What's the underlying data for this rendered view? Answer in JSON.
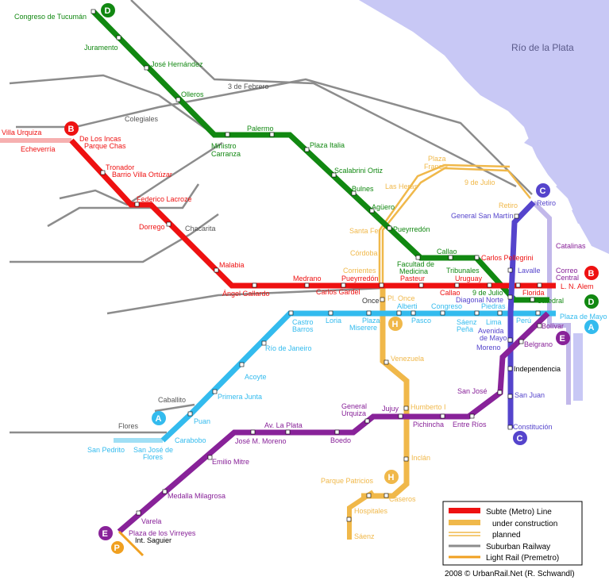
{
  "river": {
    "label": "Río de la Plata",
    "color": "#c8c8f5"
  },
  "colors": {
    "A": "#33bbee",
    "B": "#ee1111",
    "C": "#5544cc",
    "D": "#118811",
    "E": "#882299",
    "H": "#f0b84a",
    "P": "#f0a020",
    "A_planned": "#a0dff5",
    "B_planned": "#f6b0b0",
    "C_planned": "#c2b8ea",
    "rail": "#8c8c8c"
  },
  "badges": {
    "A": "A",
    "B": "B",
    "C": "C",
    "D": "D",
    "E": "E",
    "H": "H",
    "P": "P"
  },
  "stations": {
    "D": [
      "Congreso de Tucumán",
      "Juramento",
      "José Hernández",
      "Olleros",
      "Ministro",
      "Carranza",
      "Palermo",
      "Plaza Italia",
      "Scalabrini Ortiz",
      "Bulnes",
      "Agüero",
      "Pueyrredón",
      "Facultad de",
      "Medicina",
      "Callao",
      "Tribunales",
      "9 de Julio",
      "Catedral"
    ],
    "B": [
      "Villa Urquiza",
      "De Los Incas",
      "Parque Chas",
      "Echeverría",
      "Tronador",
      "Barrio Villa Ortúzar",
      "Federico Lacroze",
      "Dorrego",
      "Malabia",
      "Ángel Gallardo",
      "Medrano",
      "Carlos Gardel",
      "Pueyrredón",
      "Pasteur",
      "Callao",
      "Uruguay",
      "Carlos Pellegrini",
      "Florida",
      "L. N. Alem"
    ],
    "A": [
      "San Pedrito",
      "San José de",
      "Flores",
      "Carabobo",
      "Puan",
      "Primera Junta",
      "Acoyte",
      "Río de Janeiro",
      "Castro",
      "Barros",
      "Loria",
      "Plaza",
      "Miserere",
      "Alberti",
      "Pasco",
      "Congreso",
      "Sáenz",
      "Peña",
      "Lima",
      "Piedras",
      "Perú",
      "Plaza de Mayo"
    ],
    "C": [
      "Retiro",
      "General San Martín",
      "Lavalle",
      "Diagonal Norte",
      "Avenida",
      "de Mayo",
      "Moreno",
      "Independencia",
      "San Juan",
      "Constitución"
    ],
    "E": [
      "Plaza de los Virreyes",
      "Varela",
      "Medalla Milagrosa",
      "Emilio Mitre",
      "José M. Moreno",
      "Av. La Plata",
      "Boedo",
      "General",
      "Urquiza",
      "Jujuy",
      "Pichincha",
      "Entre Ríos",
      "San José",
      "Independencia",
      "Belgrano",
      "Bolívar"
    ],
    "H": [
      "Once",
      "Venezuela",
      "Humberto I",
      "Inclán",
      "Caseros",
      "Parque Patricios",
      "Hospitales",
      "Sáenz",
      "Pl. Once",
      "Corrientes",
      "Córdoba",
      "Santa Fe",
      "Las Heras",
      "Plaza",
      "Francia",
      "9 de Julio",
      "Retiro"
    ],
    "P": [
      "Int. Saguier"
    ],
    "planned_C": [
      "Catalinas",
      "Correo",
      "Central"
    ]
  },
  "rail_stations": [
    "3 de Febrero",
    "Colegiales",
    "Chacarita",
    "Caballito",
    "Flores",
    "Once"
  ],
  "legend": {
    "subte": "Subte (Metro) Line",
    "construction": "under construction",
    "planned": "planned",
    "suburban": "Suburban Railway",
    "light": "Light Rail (Premetro)"
  },
  "credit": "2008 © UrbanRail.Net (R. Schwandl)"
}
